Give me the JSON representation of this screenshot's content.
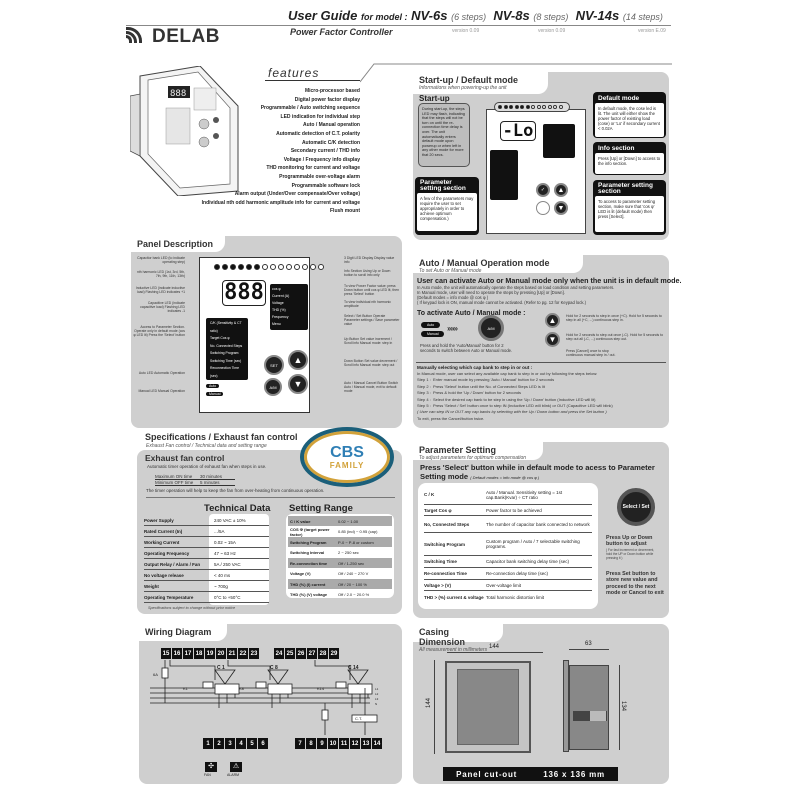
{
  "header": {
    "brand": "DELAB",
    "title_prefix": "User Guide",
    "title_for": "for model :",
    "models": [
      {
        "name": "NV-6s",
        "steps": "(6 steps)",
        "version": "version 0.09"
      },
      {
        "name": "NV-8s",
        "steps": "(8 steps)",
        "version": "version 0.09"
      },
      {
        "name": "NV-14s",
        "steps": "(14 steps)",
        "version": "version E.09"
      }
    ],
    "subtitle": "Power Factor Controller"
  },
  "features": {
    "title": "features",
    "items": [
      "Micro-processor based",
      "Digital power factor display",
      "Programmable / Auto switching sequence",
      "LED indication for individual step",
      "Auto / Manual operation",
      "Automatic detection of C.T. polarity",
      "Automatic C/K detection",
      "Secondary current / THD info",
      "Voltage / Frequency info display",
      "THD monitoring for current and voltage",
      "Programmable over-voltage alarm",
      "Programmable software lock",
      "Alarm output (Under/Over compensate/Over voltage)",
      "Individual nth odd harmonic amplitude info for current and voltage",
      "Flush mount"
    ]
  },
  "startup": {
    "title": "Start-up / Default mode",
    "subtitle": "Informations when powering-up the unit",
    "box_title": "Start-up",
    "box_text": "During start-up, the steps LED may flash, indicating that the steps will not be turn on until the re-connection time delay is over. The unit automatically enters default mode upon powerup or when left in any other mode for more that 20 secs.",
    "display": "-Lo",
    "default_mode": {
      "title": "Default mode",
      "text": "In default mode, the cose led is lit. The unit will either show the power factor of existing load (cose) or 'Lo' if secondary current < 0.02A"
    },
    "info_section": {
      "title": "Info section",
      "text": "Press [Up] or [Down] to access to the info section."
    },
    "param_section": {
      "title": "Parameter setting section",
      "text": "To access to parameter setting section, make sure that 'cos φ' LED is lit (default mode) then press [Select]."
    },
    "param_note": {
      "title": "Parameter setting section",
      "text": "A few of the parameters may require the user to set appropriately in order to achieve optimum compensation.)"
    }
  },
  "panel_description": {
    "title": "Panel Description",
    "display": "888",
    "left_labels": [
      "Capacitor bank LED (to indicate operating step)",
      "nth harmonic LED (1st, 3rd, 5th, 7th, 9th, 11th, 13th)",
      "Inductive LED (indicate inductive load) Flashing LED indicates +1",
      "Capacitive LED (indicate capacitive load) Flashing LED indicates -1",
      "Access to Parameter Section. Operate only in default mode (cos φ LED lit) Press the 'Select' button",
      "Auto LED Automatic Operation",
      "Manual LED Manual Operation"
    ],
    "right_labels": [
      "3 Digit LED Display Display value info",
      "Info Section Using Up or Down button to scroll info only",
      "To view Power Factor value: press Down button until cos φ LED lit, then press 'Select' button",
      "To view individual nth harmonic amplitude",
      "Select / Set Button Operate Parameter settings / Save parameter value",
      "Up Button Set value increment / Scroll info Manual mode: step in",
      "Down Button Set value decrement / Scroll info Manual mode: step out",
      "Auto / Manual Cancel Button Switch Auto / Manual mode, exit to default mode"
    ],
    "param_menu": [
      "C/K (Sensitivity & CT ratio)",
      "Target Cos φ",
      "No. Connected Steps",
      "Switching Program",
      "Switching Time (sec)",
      "Reconnection Time (sec)",
      "Voltage > (V)",
      "THD > (%)"
    ],
    "info_menu": [
      "cos φ",
      "Current (A)",
      "Voltage",
      "THD (%)",
      "Frequency",
      "Menu"
    ],
    "auto_label": "Auto",
    "manual_label": "Manual"
  },
  "specifications": {
    "title": "Specifications / Exhaust fan control",
    "subtitle": "Exhaust Fan control / Technical data and setting range",
    "fan_title": "Exhaust fan control",
    "fan_desc": "Automatic timer operation of exhaust fan when steps in use.",
    "fan_rows": [
      {
        "label": "Maximum ON time",
        "value": "30 minutes"
      },
      {
        "label": "Minimum OFF time",
        "value": "5 minutes"
      }
    ],
    "fan_note": "The timer operation will help to keep the fan from over-heating from continuous operation.",
    "tech_title": "Technical Data",
    "tech_rows": [
      {
        "k": "Power Supply",
        "v": "240 VAC ± 10%"
      },
      {
        "k": "Rated Current (In)",
        "v": ".../5A"
      },
      {
        "k": "Working Current",
        "v": "0.02 ~ 15A"
      },
      {
        "k": "Operating Frequency",
        "v": "47 ~ 63 Hz"
      },
      {
        "k": "Output Relay / Alarm / Fan",
        "v": "5A / 250 VAC"
      },
      {
        "k": "No voltage release",
        "v": "< 40 ms"
      },
      {
        "k": "Weight",
        "v": "~ 700g"
      },
      {
        "k": "Operating Temperature",
        "v": "0°C to +50°C"
      }
    ],
    "tech_note": "Specifications subject to change without prior notice",
    "range_title": "Setting Range",
    "range_rows": [
      {
        "k": "C / K value",
        "v": "0.02 ~ 1.00"
      },
      {
        "k": "COS Φ (target power factor)",
        "v": "0.85 (ind) ~ 0.95 (cap)"
      },
      {
        "k": "Switching Program",
        "v": "P-0 ~ P-8 or custom"
      },
      {
        "k": "Switching Interval",
        "v": "2 ~ 250 sec"
      },
      {
        "k": "Re-connection time",
        "v": "Off / 1-250 sec"
      },
      {
        "k": "Voltage (V)",
        "v": "Off / 240 ~ 270 V"
      },
      {
        "k": "THD (%) (I) current",
        "v": "Off / 20 ~ 100 %"
      },
      {
        "k": "THD (%) (V) voltage",
        "v": "Off / 2.0 ~ 20.0 %"
      }
    ],
    "watermark": {
      "line1": "CBS",
      "line2": "FAMILY"
    }
  },
  "auto_manual": {
    "title": "Auto / Manual Operation mode",
    "subtitle": "To set Auto or Manual mode",
    "headline": "User can activate Auto or Manual mode only when the unit is in default mode.",
    "desc1": "In Auto mode, the unit will automatically operate the steps based on load condition and setting parameters.",
    "desc2": "In Manual mode, user will need to operate the steps by pressing [Up] or [Down].",
    "note1": "(Default modes = info mode @ cos φ )",
    "note2": "( If keypad lock is ON, manual mode cannot be activated. (Refer to pg. 12 for Keypad lock.)",
    "activate_title": "To activate Auto / Manual mode :",
    "auto_label": "Auto",
    "manual_label": "Manual",
    "press_text": "Press and hold the 'Auto/Manual' button for 2 seconds to switch between Auto or Manual mode.",
    "up_text": "Hold for 2 seconds to step in once (+C). Hold for 5 seconds to step in all (+C, ...) continuous step in.",
    "down_text": "Hold for 2 seconds to step out once (-C). Hold for 5 seconds to step out all (-C, ...) continuous step out.",
    "cancel_text": "Press [Cancel] once to stop continuous manual step in / out.",
    "manual_title": "Manually selecting which cap bank to step in or out :",
    "manual_intro": "In Manual mode, user can select any available cap bank to step in or out by following the steps below:",
    "steps": [
      {
        "n": "Step 1 :",
        "t": "Enter manual mode by pressing 'Auto / Manual' button for 2 seconds"
      },
      {
        "n": "Step 2 :",
        "t": "Press 'Select' button until the No. of Connected Steps LED is lit"
      },
      {
        "n": "Step 3 :",
        "t": "Press & hold the 'Up / Down' button for 2 seconds"
      },
      {
        "n": "Step 4 :",
        "t": "Select the desired cap bank to be step in using the 'Up / Down' button (Inductive LED will lit)"
      },
      {
        "n": "Step 5 :",
        "t": "Press 'Select / Set' button once to step IN (Inductive LED will blink) or OUT (Capacitive LED will blink)"
      }
    ],
    "footer1": "( User can step IN or OUT any cap banks by selecting with the Up / Down button and press the Set button )",
    "footer2": "To exit, press the Cancel/button twice."
  },
  "parameter_setting": {
    "title": "Parameter Setting",
    "subtitle": "To adjust parameters for optimum compensation",
    "headline": "Press 'Select' button while in default mode to acess to Parameter Setting mode",
    "headline_note": "( Default modes = info mode @ cos φ )",
    "rows": [
      {
        "k": "C / K",
        "v": "Auto / Manual. Sensitivity setting = 1st cap.Bank(Kvar) ÷ CT ratio"
      },
      {
        "k": "Target Cos φ",
        "v": "Power factor to be achieved"
      },
      {
        "k": "No, Connected Steps",
        "v": "The number of capacitor bank connected to network"
      },
      {
        "k": "Switching Program",
        "v": "Custom program / Auto / 7 selectable switching programs."
      },
      {
        "k": "Switching Time",
        "v": "Capacitor bank switching delay time (sec)"
      },
      {
        "k": "Re-connection Time",
        "v": "Re-connection delay time (sec)"
      },
      {
        "k": "Voltage > (V)",
        "v": "Over-voltage limit"
      },
      {
        "k": "THD > (%) current & voltage",
        "v": "Total harmonic distortion limit"
      }
    ],
    "select_button": "Select / Set",
    "help1": "Press Up or Down button to adjust",
    "help_small": "( For fast increment or decrement, hold the UP or Down button while pressing it )",
    "help2": "Press Set button to store new value and proceed to the next mode or Cancel to exit"
  },
  "wiring": {
    "title": "Wiring Diagram",
    "top_terminals_a": [
      "15",
      "16",
      "17",
      "18",
      "19",
      "20",
      "21",
      "22",
      "23"
    ],
    "top_terminals_b": [
      "24",
      "25",
      "26",
      "27",
      "28",
      "29"
    ],
    "bottom_terminals_a": [
      "1",
      "2",
      "3",
      "4",
      "5",
      "6"
    ],
    "bottom_terminals_b": [
      "7",
      "8",
      "9",
      "10",
      "11",
      "12",
      "13",
      "14"
    ],
    "caps": [
      "C 1",
      "C 8",
      "C 14"
    ],
    "contactors": [
      "K1",
      "K8",
      "K14"
    ],
    "fuse": "6A",
    "ct_label": "CT",
    "ct_box": "C.T.",
    "fan_label": "FAN",
    "alarm_label": "ALARM",
    "lines": [
      "L1",
      "L2",
      "L3",
      "N"
    ]
  },
  "casing": {
    "title": "Casing Dimension",
    "subtitle": "All measurement in millimeters",
    "width": "144",
    "height": "144",
    "depth": "63",
    "side_height": "134",
    "cutout_label": "Panel cut-out",
    "cutout_value": "136 x 136 mm"
  }
}
